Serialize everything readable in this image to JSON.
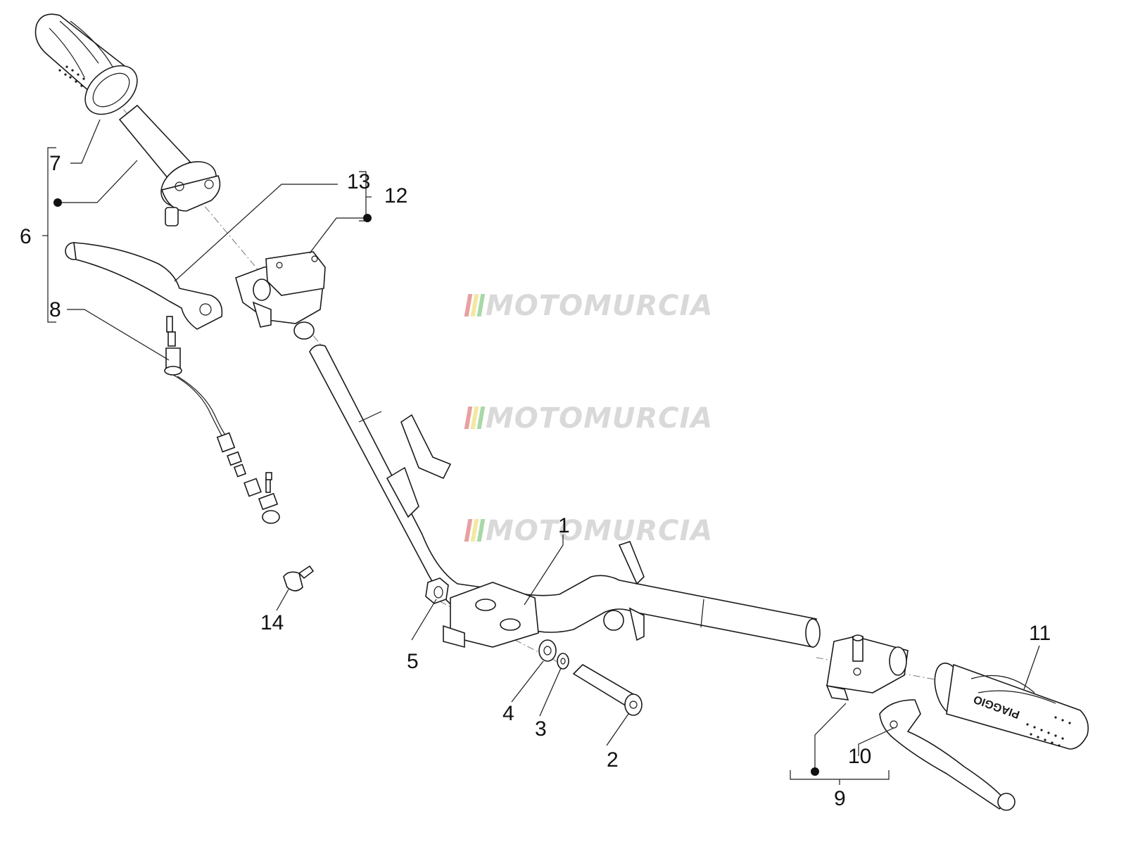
{
  "watermark": {
    "text": "MOTOMURCIA",
    "stripe_colors": [
      "#e8a0a0",
      "#f3e8a0",
      "#a8d8a8"
    ]
  },
  "callouts": {
    "c1": "1",
    "c2": "2",
    "c3": "3",
    "c4": "4",
    "c5": "5",
    "c6": "6",
    "c7": "7",
    "c8": "8",
    "c9": "9",
    "c10": "10",
    "c11": "11",
    "c12": "12",
    "c13": "13",
    "c14": "14"
  },
  "grip_brand": "PIAGGIO"
}
